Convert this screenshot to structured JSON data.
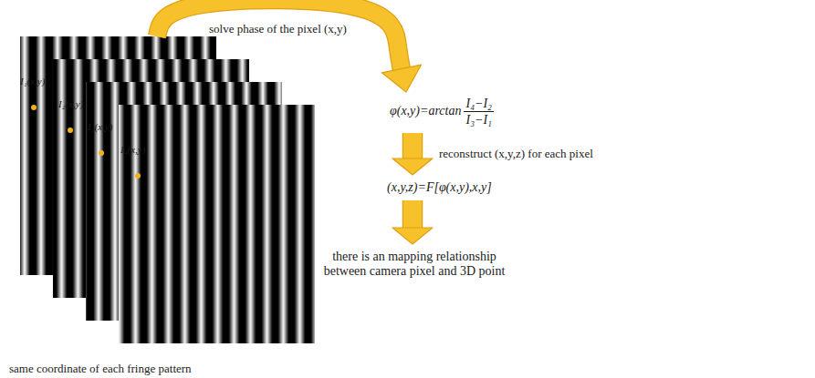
{
  "diagram": {
    "nodes": [
      {
        "text": [
          "same coordinate of each fringe pattern"
        ]
      },
      {
        "text": [
          "I₁(x,y)"
        ],
        "in": 0
      },
      {
        "text": [
          "I₂(x,y)"
        ],
        "in": 0
      },
      {
        "text": [
          "I₃(x,y)"
        ],
        "in": 0
      },
      {
        "text": [
          "I₄(x,y)"
        ],
        "in": 0
      },
      {
        "text": [
          "φ(x,y)=arctan",
          "I₄−I₂",
          "I₃−I₁"
        ]
      },
      {
        "text": [
          "(x,y,z)=F[φ(x,y),x,y]"
        ]
      },
      {
        "text": [
          "there is an mapping relationship between camera pixel and 3D point"
        ]
      }
    ],
    "edges": [
      {
        "from": 0,
        "to": 5,
        "arrow": "to",
        "label": "solve phase of the pixel (x,y)"
      },
      {
        "from": 5,
        "to": 6,
        "arrow": "to",
        "label": "reconstruct (x,y,z) for each pixel"
      },
      {
        "from": 6,
        "to": 7,
        "arrow": "to"
      }
    ]
  }
}
